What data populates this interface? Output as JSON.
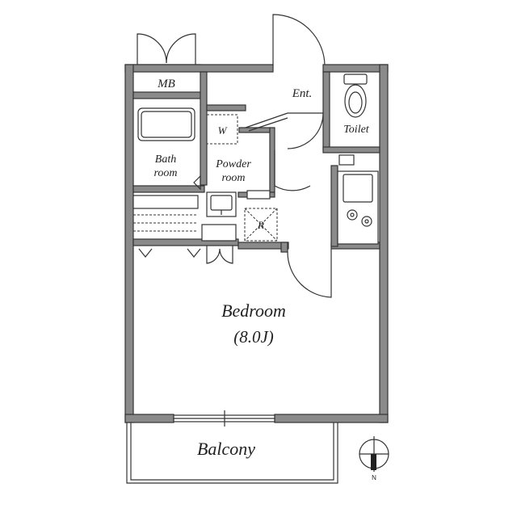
{
  "rooms": {
    "mb": "MB",
    "entrance": "Ent.",
    "toilet": "Toilet",
    "bath_line1": "Bath",
    "bath_line2": "room",
    "washer": "W",
    "powder_line1": "Powder",
    "powder_line2": "room",
    "refrigerator": "R",
    "bedroom": "Bedroom",
    "bedroom_size": "(8.0J)",
    "balcony": "Balcony"
  },
  "compass": {
    "north_label": "N"
  }
}
